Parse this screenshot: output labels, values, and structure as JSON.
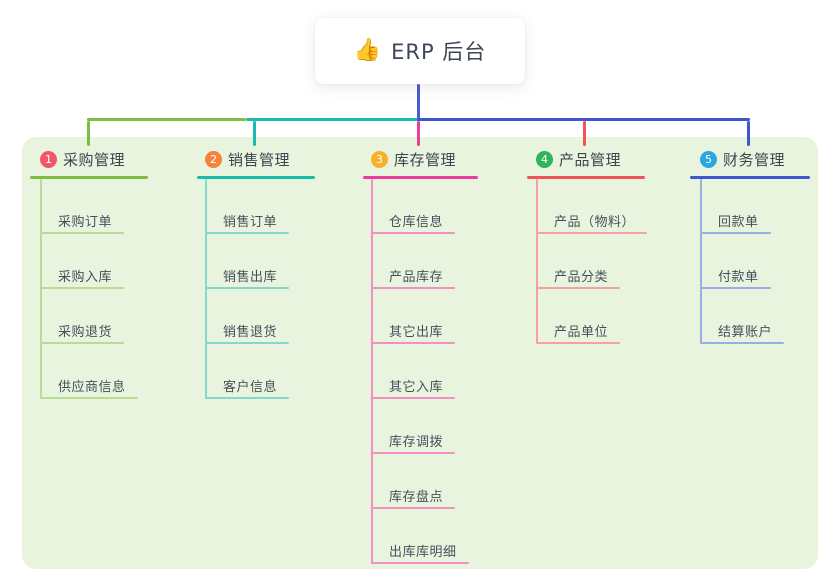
{
  "root": {
    "icon": "thumbs-up-icon",
    "emoji": "👍",
    "label": "ERP 后台"
  },
  "colors": {
    "panel_bg": "#E8F4DE",
    "root_drop": "#4C5AD2",
    "bus_green": "#7FBC41",
    "bus_teal": "#17BCAE",
    "bus_blue": "#3E57D0"
  },
  "branches": [
    {
      "badge": "1",
      "label": "采购管理",
      "badge_color": "#F2566B",
      "line_color": "#7FBC41",
      "sub_line_color": "#B9DC95",
      "children": [
        "采购订单",
        "采购入库",
        "采购退货",
        "供应商信息"
      ]
    },
    {
      "badge": "2",
      "label": "销售管理",
      "badge_color": "#F6823B",
      "line_color": "#17BCAE",
      "sub_line_color": "#84D8CC",
      "children": [
        "销售订单",
        "销售出库",
        "销售退货",
        "客户信息"
      ]
    },
    {
      "badge": "3",
      "label": "库存管理",
      "badge_color": "#F8B02B",
      "line_color": "#E83E9C",
      "sub_line_color": "#F28FC3",
      "children": [
        "仓库信息",
        "产品库存",
        "其它出库",
        "其它入库",
        "库存调拨",
        "库存盘点",
        "出库库明细"
      ]
    },
    {
      "badge": "4",
      "label": "产品管理",
      "badge_color": "#2FB456",
      "line_color": "#F0545B",
      "sub_line_color": "#F5A0A3",
      "children": [
        "产品（物料）",
        "产品分类",
        "产品单位"
      ]
    },
    {
      "badge": "5",
      "label": "财务管理",
      "badge_color": "#2CA6DE",
      "line_color": "#3E57D0",
      "sub_line_color": "#9AAEE3",
      "children": [
        "回款单",
        "付款单",
        "结算账户"
      ]
    }
  ]
}
